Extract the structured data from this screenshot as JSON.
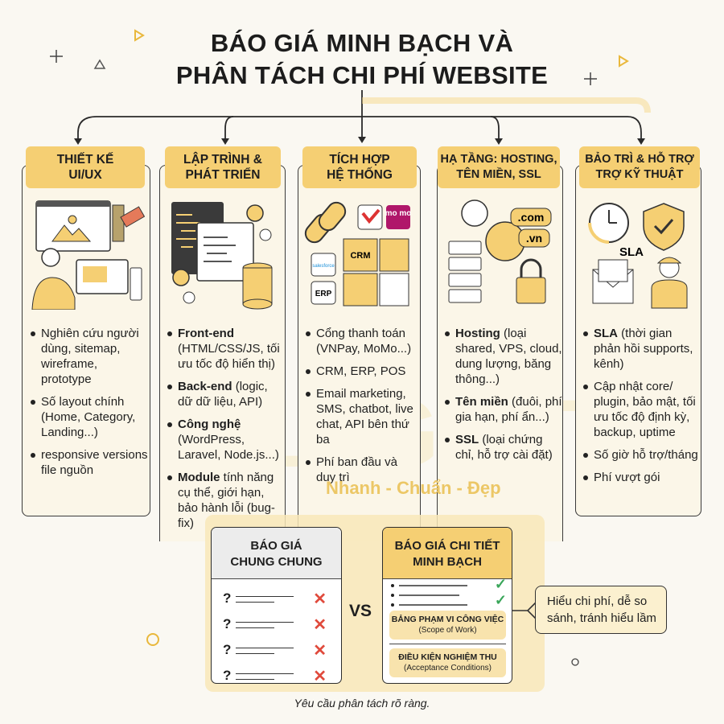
{
  "title": {
    "line1": "BÁO GIÁ MINH BẠCH VÀ",
    "line2": "PHÂN TÁCH CHI PHÍ WEBSITE"
  },
  "watermark": {
    "logo": "LIGHT",
    "slogan": "Nhanh - Chuẩn - Đẹp"
  },
  "accent": "#f5cf73",
  "columns": [
    {
      "title1": "THIẾT KẾ",
      "title2": "UI/UX",
      "icon": "designer-ui-icon",
      "items": [
        {
          "b": "",
          "t": "Nghiên cứu người dùng, sitemap, wireframe, prototype"
        },
        {
          "b": "",
          "t": "Số layout chính (Home, Category, Landing...)"
        },
        {
          "b": "",
          "t": "responsive versions file nguồn"
        }
      ]
    },
    {
      "title1": "LẬP TRÌNH &",
      "title2": "PHÁT TRIỂN",
      "icon": "code-database-icon",
      "items": [
        {
          "b": "Front-end",
          "t": " (HTML/CSS/JS, tối ưu tốc độ hiển thị)"
        },
        {
          "b": "Back-end",
          "t": " (logic, dữ dữ liệu, API)"
        },
        {
          "b": "Công nghệ",
          "t": " (WordPress, Laravel, Node.js...)"
        },
        {
          "b": "Module",
          "t": " tính năng cụ thể, giới hạn, bảo hành lỗi (bug-fix)"
        }
      ]
    },
    {
      "title1": "TÍCH HỢP",
      "title2": "HỆ THỐNG",
      "icon": "integration-puzzle-icon",
      "labels": {
        "crm": "CRM",
        "erp": "ERP",
        "momo": "mo mo",
        "sf": "salesforce"
      },
      "items": [
        {
          "b": "",
          "t": "Cổng thanh toán (VNPay, MoMo...)"
        },
        {
          "b": "",
          "t": "CRM, ERP, POS"
        },
        {
          "b": "",
          "t": "Email marketing, SMS, chatbot, live chat, API bên thứ ba"
        },
        {
          "b": "",
          "t": "Phí ban đầu và duy trì"
        }
      ]
    },
    {
      "title1": "HẠ TẦNG: HOSTING,",
      "title2": "TÊN MIỀN, SSL",
      "icon": "server-globe-lock-icon",
      "labels": {
        "com": ".com",
        "vn": ".vn"
      },
      "items": [
        {
          "b": "Hosting",
          "t": " (loại shared, VPS, cloud, dung lượng, băng thông...)"
        },
        {
          "b": "Tên miền",
          "t": " (đuôi, phí gia hạn, phí ẩn...)"
        },
        {
          "b": "SSL",
          "t": " (loại chứng chỉ, hỗ trợ cài đặt)"
        }
      ]
    },
    {
      "title1": "BẢO TRÌ & HỖ TRỢ",
      "title2": "TRỢ KỸ THUẬT",
      "icon": "clock-shield-support-icon",
      "labels": {
        "sla": "SLA"
      },
      "items": [
        {
          "b": "SLA",
          "t": " (thời gian phản hồi supports, kênh)"
        },
        {
          "b": "",
          "t": "Cập nhật core/ plugin, bảo mật, tối ưu tốc độ định kỳ, backup, uptime"
        },
        {
          "b": "",
          "t": "Số giờ hỗ trợ/tháng"
        },
        {
          "b": "",
          "t": "Phí vượt gói"
        }
      ]
    }
  ],
  "compare": {
    "generic": {
      "title1": "BÁO GIÁ",
      "title2": "CHUNG CHUNG",
      "mark": "?",
      "status": "✕",
      "rows": 4
    },
    "vs": "VS",
    "detailed": {
      "title1": "BÁO GIÁ CHI TIẾT",
      "title2": "MINH BẠCH",
      "check": "✓",
      "scope": {
        "title": "BẢNG PHẠM VI CÔNG VIỆC",
        "sub": "(Scope of Work)"
      },
      "accept": {
        "title": "ĐIỀU KIỆN NGHIỆM THU",
        "sub": "(Acceptance Conditions)"
      }
    },
    "callout": "Hiểu chi phí, dễ so sánh, tránh hiểu lầm"
  },
  "caption": "Yêu cầu phân tách rõ ràng."
}
